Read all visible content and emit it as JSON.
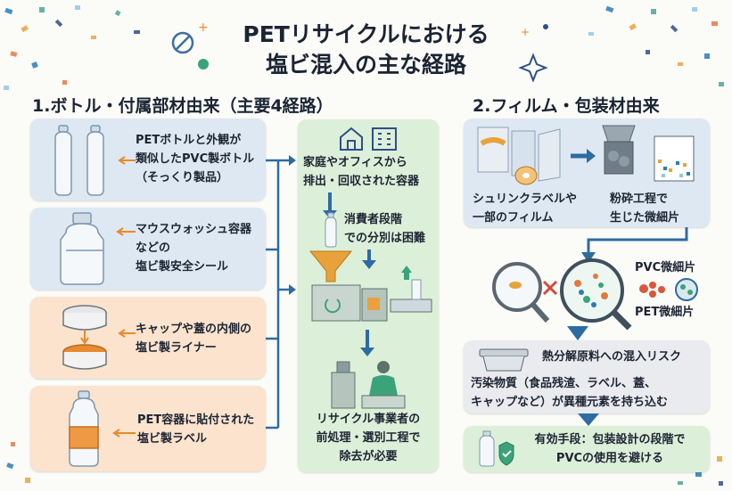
{
  "title": {
    "line1": "PETリサイクルにおける",
    "line2": "塩ビ混入の主な経路"
  },
  "section1": {
    "heading": "1.ボトル・付属部材由来（主要4経路）",
    "cards": [
      {
        "lines": [
          "PETボトルと外観が",
          "類似したPVC製ボトル",
          "（そっくり製品）"
        ]
      },
      {
        "lines": [
          "マウスウォッシュ容器",
          "などの",
          "塩ビ製安全シール"
        ]
      },
      {
        "lines": [
          "キャップや蓋の内側の",
          "塩ビ製ライナー"
        ]
      },
      {
        "lines": [
          "PET容器に貼付された",
          "塩ビ製ラベル"
        ]
      }
    ]
  },
  "flow": {
    "collect_lines": [
      "家庭やオフィスから",
      "排出・回収された容器"
    ],
    "sort_lines": [
      "消費者段階",
      "での分別は困難"
    ],
    "recycler_lines": [
      "リサイクル事業者の",
      "前処理・選別工程で",
      "除去が必要"
    ]
  },
  "section2": {
    "heading": "2.フィルム・包装材由来",
    "film_lines": [
      "シュリンクラベルや",
      "一部のフィルム"
    ],
    "crush_lines": [
      "粉砕工程で",
      "生じた微細片"
    ],
    "pvc_label": "PVC微細片",
    "pet_label": "PET微細片",
    "risk_title": "熱分解原料への混入リスク",
    "risk_lines": [
      "汚染物質（食品残渣、ラベル、蓋、",
      "キャップなど）が異種元素を持ち込む"
    ],
    "solution_lines": [
      "有効手段：包装設計の段階で",
      "PVCの使用を避ける"
    ]
  },
  "colors": {
    "blue_card": "#dde8f2",
    "orange_card": "#fbe3cd",
    "green_card": "#dcefd8",
    "arrow": "#2d6ca2",
    "accent_orange": "#e88a2f"
  }
}
